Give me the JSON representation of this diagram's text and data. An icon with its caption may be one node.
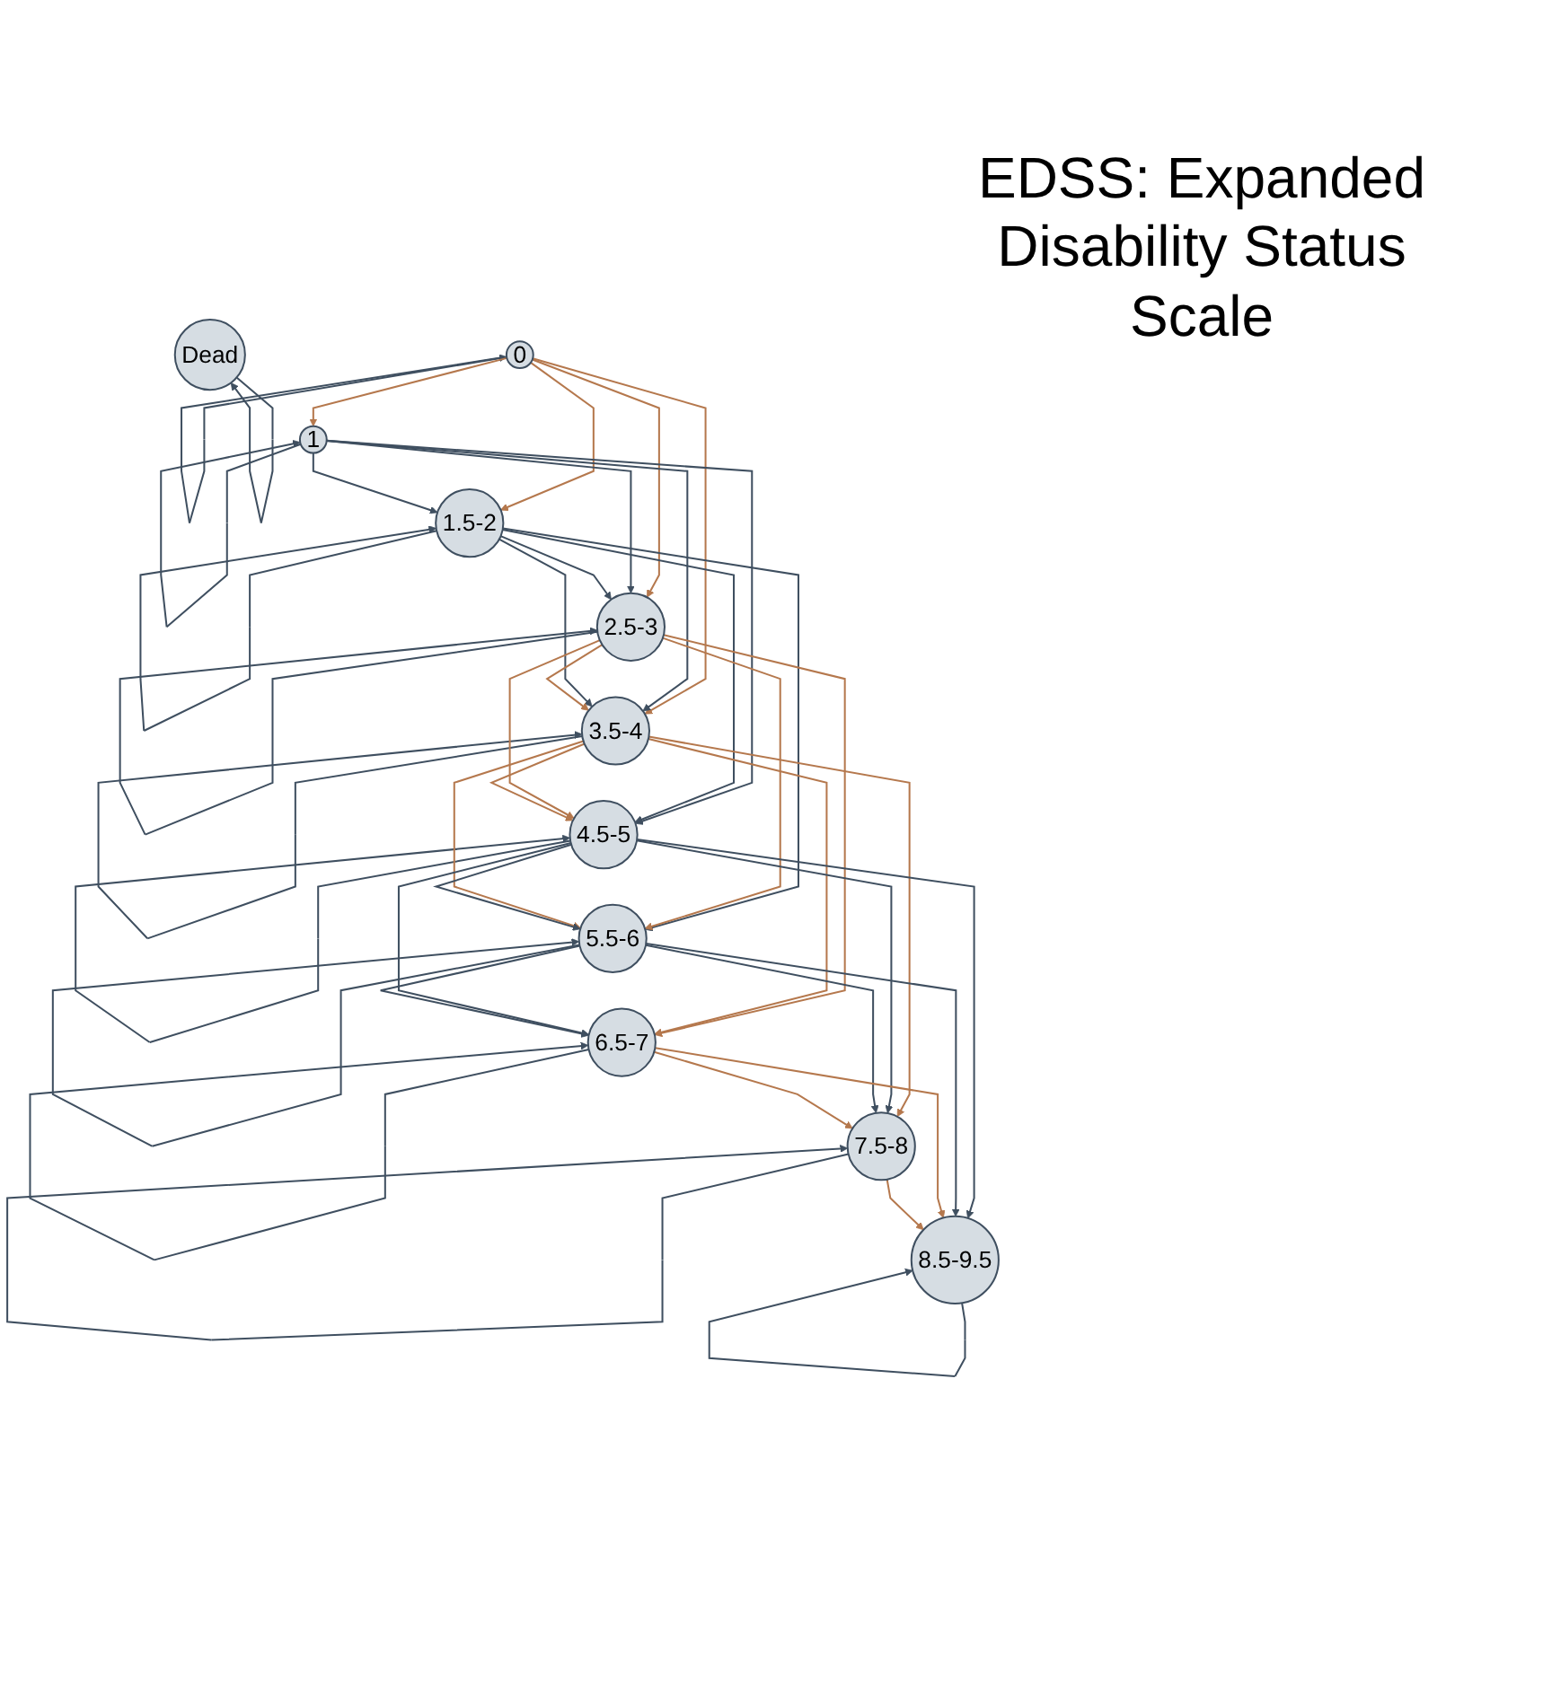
{
  "diagram": {
    "title": "EDSS: Expanded Disability Status Scale",
    "nodes": [
      {
        "text": [
          "0"
        ]
      },
      {
        "text": [
          "1"
        ]
      },
      {
        "text": [
          "1.5-2"
        ]
      },
      {
        "text": [
          "2.5-3"
        ]
      },
      {
        "text": [
          "3.5-4"
        ]
      },
      {
        "text": [
          "4.5-5"
        ]
      },
      {
        "text": [
          "5.5-6"
        ]
      },
      {
        "text": [
          "6.5-7"
        ]
      },
      {
        "text": [
          "7.5-8"
        ]
      },
      {
        "text": [
          "8.5-9.5"
        ]
      },
      {
        "text": [
          "Dead"
        ]
      }
    ],
    "edges": [
      {
        "from": 0,
        "to": 0,
        "arrow": "to"
      },
      {
        "from": 1,
        "to": 1,
        "arrow": "to"
      },
      {
        "from": 2,
        "to": 2,
        "arrow": "to"
      },
      {
        "from": 3,
        "to": 3,
        "arrow": "to"
      },
      {
        "from": 4,
        "to": 4,
        "arrow": "to"
      },
      {
        "from": 5,
        "to": 5,
        "arrow": "to"
      },
      {
        "from": 6,
        "to": 6,
        "arrow": "to"
      },
      {
        "from": 7,
        "to": 7,
        "arrow": "to"
      },
      {
        "from": 8,
        "to": 8,
        "arrow": "to"
      },
      {
        "from": 9,
        "to": 9,
        "arrow": "to"
      },
      {
        "from": 10,
        "to": 10,
        "arrow": "to"
      },
      {
        "from": 0,
        "to": 1,
        "arrow": "to",
        "color": "#b5784d"
      },
      {
        "from": 0,
        "to": 2,
        "arrow": "to",
        "color": "#b5784d"
      },
      {
        "from": 0,
        "to": 3,
        "arrow": "to",
        "color": "#b5784d"
      },
      {
        "from": 0,
        "to": 4,
        "arrow": "to",
        "color": "#b5784d"
      },
      {
        "from": 1,
        "to": 2,
        "arrow": "to"
      },
      {
        "from": 1,
        "to": 3,
        "arrow": "to"
      },
      {
        "from": 1,
        "to": 4,
        "arrow": "to"
      },
      {
        "from": 1,
        "to": 5,
        "arrow": "to"
      },
      {
        "from": 2,
        "to": 3,
        "arrow": "to"
      },
      {
        "from": 2,
        "to": 4,
        "arrow": "to"
      },
      {
        "from": 2,
        "to": 5,
        "arrow": "to"
      },
      {
        "from": 2,
        "to": 6,
        "arrow": "to"
      },
      {
        "from": 3,
        "to": 4,
        "arrow": "to",
        "color": "#b5784d"
      },
      {
        "from": 3,
        "to": 5,
        "arrow": "to",
        "color": "#b5784d"
      },
      {
        "from": 3,
        "to": 6,
        "arrow": "to",
        "color": "#b5784d"
      },
      {
        "from": 3,
        "to": 7,
        "arrow": "to",
        "color": "#b5784d"
      },
      {
        "from": 4,
        "to": 5,
        "arrow": "to",
        "color": "#b5784d"
      },
      {
        "from": 4,
        "to": 6,
        "arrow": "to",
        "color": "#b5784d"
      },
      {
        "from": 4,
        "to": 7,
        "arrow": "to",
        "color": "#b5784d"
      },
      {
        "from": 4,
        "to": 8,
        "arrow": "to",
        "color": "#b5784d"
      },
      {
        "from": 5,
        "to": 6,
        "arrow": "to"
      },
      {
        "from": 5,
        "to": 7,
        "arrow": "to"
      },
      {
        "from": 5,
        "to": 8,
        "arrow": "to"
      },
      {
        "from": 5,
        "to": 9,
        "arrow": "to"
      },
      {
        "from": 6,
        "to": 7,
        "arrow": "to"
      },
      {
        "from": 6,
        "to": 8,
        "arrow": "to"
      },
      {
        "from": 6,
        "to": 9,
        "arrow": "to"
      },
      {
        "from": 7,
        "to": 8,
        "arrow": "to",
        "color": "#b5784d"
      },
      {
        "from": 7,
        "to": 9,
        "arrow": "to",
        "color": "#b5784d"
      },
      {
        "from": 8,
        "to": 9,
        "arrow": "to",
        "color": "#b5784d"
      }
    ]
  }
}
